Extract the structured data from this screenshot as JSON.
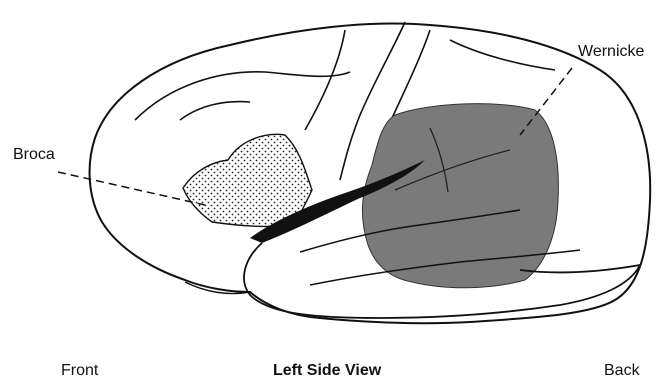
{
  "labels": {
    "broca": "Broca",
    "wernicke": "Wernicke",
    "front": "Front",
    "view_title": "Left Side View",
    "back": "Back"
  },
  "colors": {
    "outline": "#111111",
    "wernicke_fill": "#7a7a7a",
    "broca_stipple": "#222222",
    "background": "#ffffff"
  }
}
